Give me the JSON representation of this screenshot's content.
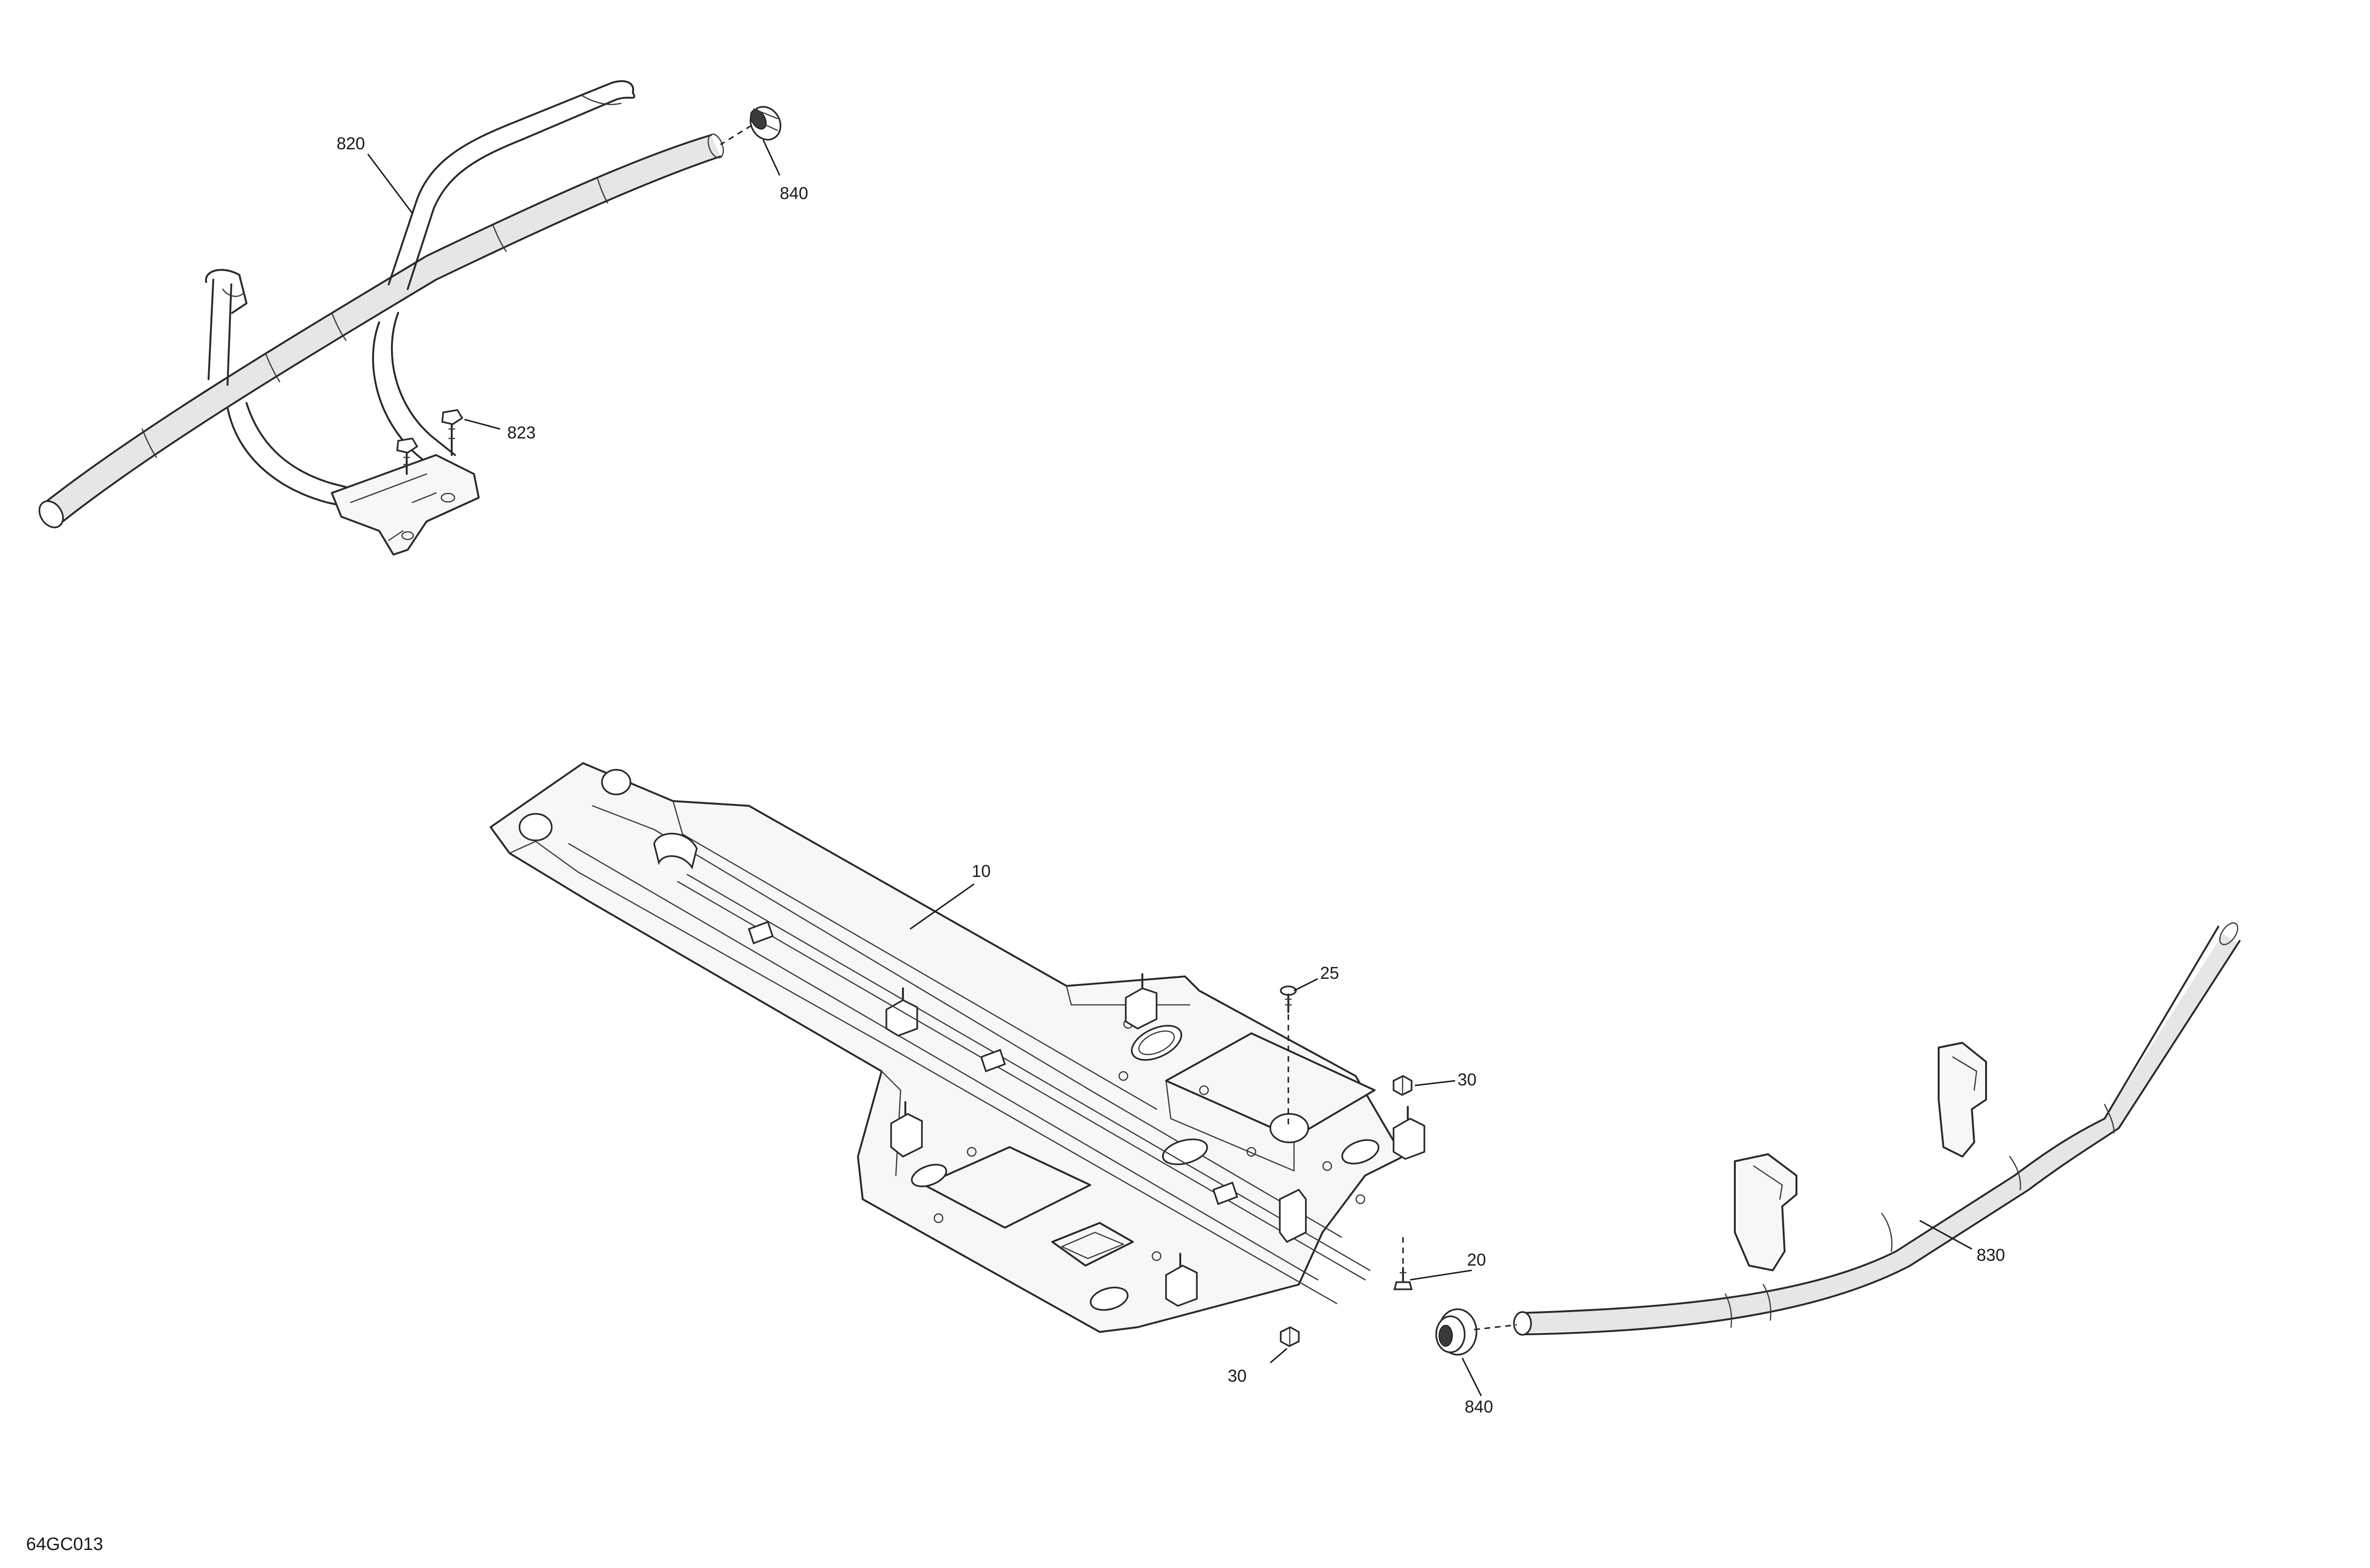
{
  "figure_code": "64GC013",
  "callouts": {
    "rail_upper": "820",
    "cap_upper": "840",
    "bolt_upper": "823",
    "skid_plate": "10",
    "screw": "25",
    "nut_right": "30",
    "nut_bottom": "30",
    "bolt_lower": "20",
    "cap_lower": "840",
    "rail_lower": "830"
  }
}
